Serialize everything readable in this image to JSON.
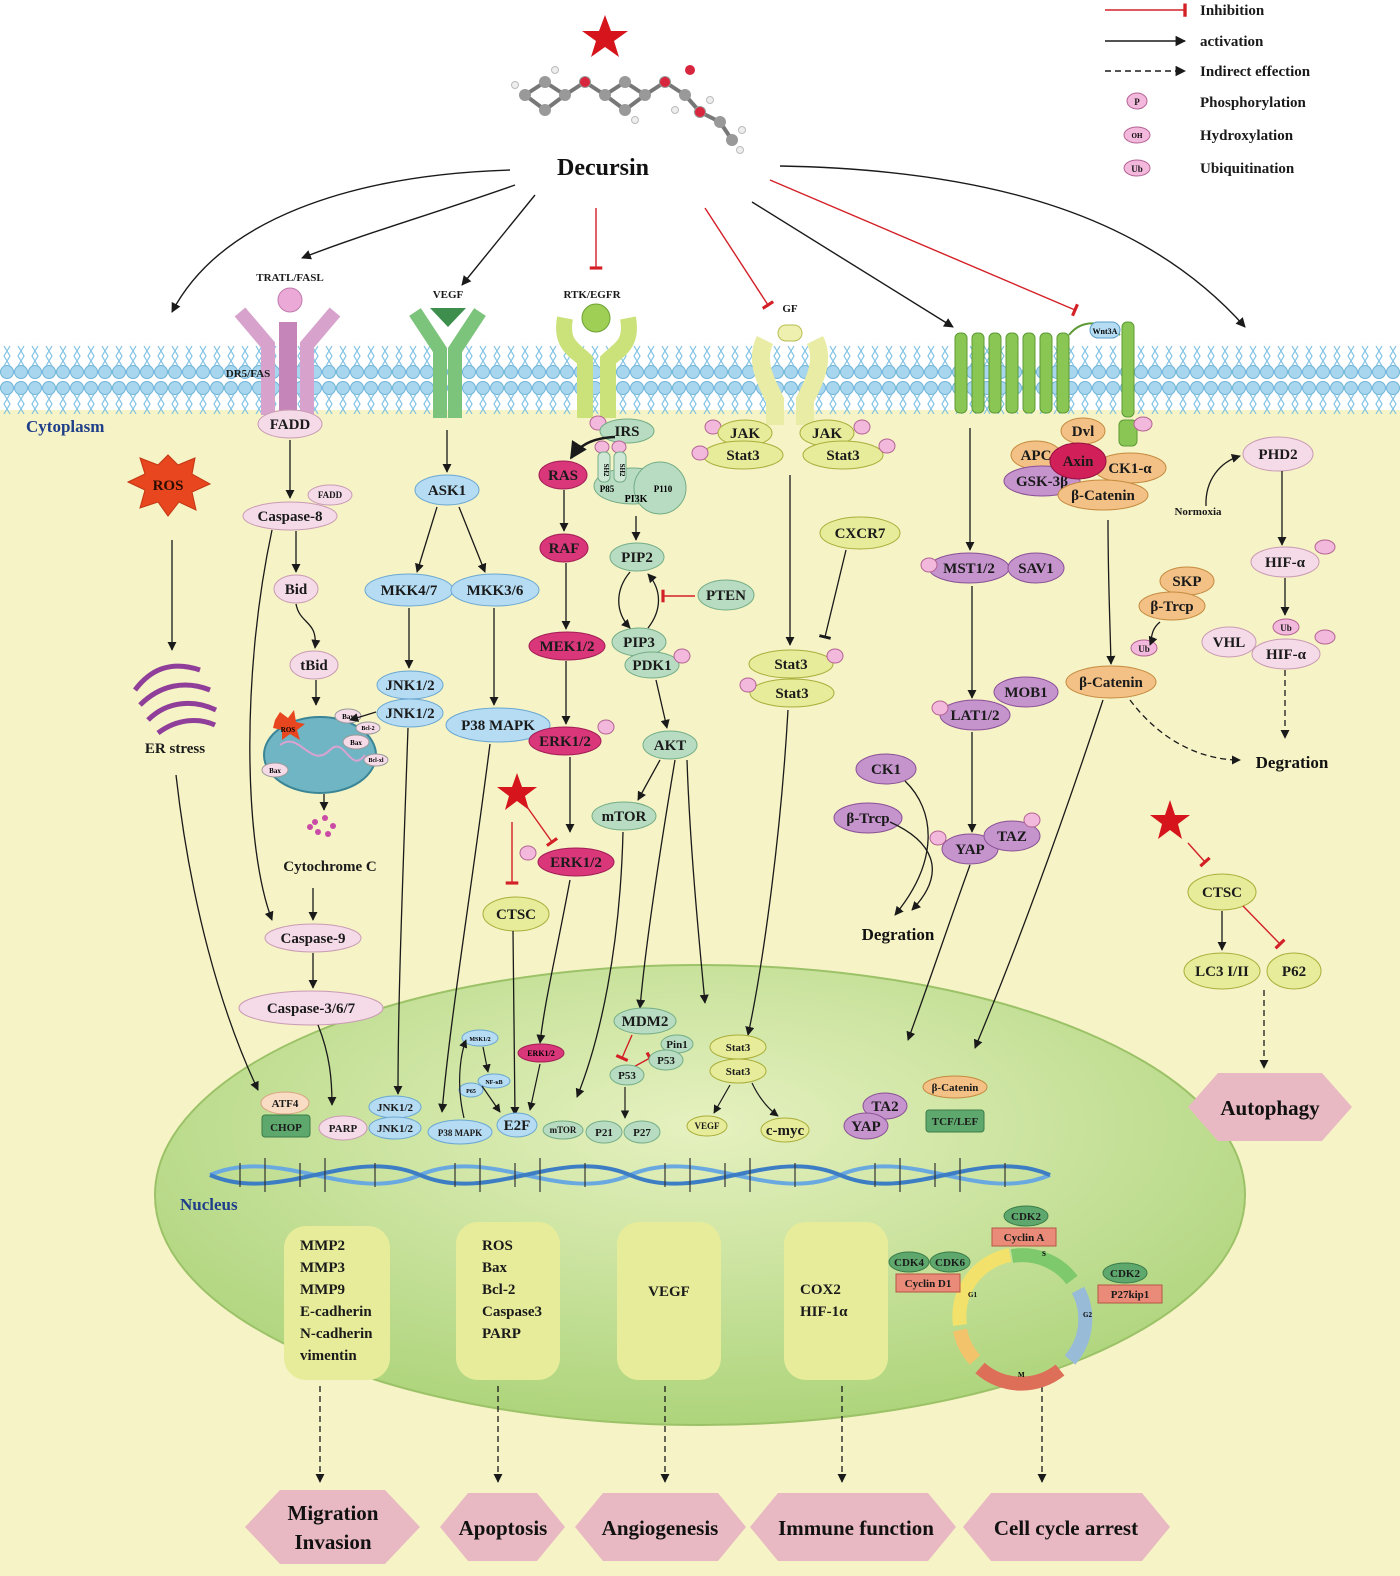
{
  "drug": "Decursin",
  "legend": {
    "inhibition": "Inhibition",
    "activation": "activation",
    "indirect": "Indirect effection",
    "phosphorylation": "Phosphorylation",
    "hydroxylation": "Hydroxylation",
    "ubiquitination": "Ubiquitination",
    "p": "P",
    "oh": "OH",
    "ub": "Ub"
  },
  "compartments": {
    "cytoplasm": "Cytoplasm",
    "nucleus": "Nucleus"
  },
  "receptors": {
    "fasl": "TRATL/FASL",
    "dr5": "DR5/FAS",
    "vegf": "VEGF",
    "rtk": "RTK/EGFR",
    "gf": "GF",
    "wnt": "Wnt3A"
  },
  "left": {
    "fadd": "FADD",
    "fadd2": "FADD",
    "ros": "ROS",
    "caspase8": "Caspase-8",
    "bid": "Bid",
    "tbid": "tBid",
    "er_stress": "ER stress",
    "cytc": "Cytochrome C",
    "caspase9": "Caspase-9",
    "caspase367": "Caspase-3/6/7",
    "mito_ros": "ROS",
    "bax1": "Bax",
    "bax2": "Bax",
    "bax3": "Bax",
    "bcl2": "Bcl-2",
    "bclxl": "Bcl-xl"
  },
  "mapk": {
    "ask1": "ASK1",
    "mkk47": "MKK4/7",
    "mkk36": "MKK3/6",
    "jnk_a": "JNK1/2",
    "jnk_b": "JNK1/2",
    "p38": "P38 MAPK"
  },
  "rtk_path": {
    "irs": "IRS",
    "sh2a": "SH2",
    "sh2b": "SH2",
    "p85": "P85",
    "p110": "P110",
    "pi3k": "PI3K",
    "ras": "RAS",
    "raf": "RAF",
    "mek": "MEK1/2",
    "erk": "ERK1/2",
    "erk2": "ERK1/2",
    "pip2": "PIP2",
    "pten": "PTEN",
    "pip3": "PIP3",
    "pdk1": "PDK1",
    "akt": "AKT",
    "mtor": "mTOR",
    "ctsc": "CTSC",
    "mdm2": "MDM2"
  },
  "jak": {
    "jak1": "JAK",
    "stat3a": "Stat3",
    "jak2": "JAK",
    "stat3b": "Stat3",
    "cxcr7": "CXCR7",
    "stat3c": "Stat3",
    "stat3d": "Stat3"
  },
  "hippo": {
    "mst": "MST1/2",
    "sav": "SAV1",
    "mob": "MOB1",
    "lat": "LAT1/2",
    "ck1": "CK1",
    "btrcp": "β-Trcp",
    "yap": "YAP",
    "taz": "TAZ",
    "degr": "Degration"
  },
  "wnt_path": {
    "dvl": "Dvl",
    "apc": "APC",
    "axin": "Axin",
    "ck1a": "CK1-α",
    "gsk": "GSK-3β",
    "bcat": "β-Catenin",
    "skp": "SKP",
    "btrcp2": "β-Trcp",
    "ub": "Ub",
    "bcat2": "β-Catenin"
  },
  "hif": {
    "phd2": "PHD2",
    "normoxia": "Normoxia",
    "hif_a": "HIF-α",
    "vhl": "VHL",
    "hif_b": "HIF-α",
    "ub": "Ub",
    "degr": "Degration"
  },
  "autophagy": {
    "ctsc": "CTSC",
    "lc3": "LC3 I/II",
    "p62": "P62"
  },
  "nucleus": {
    "atf4": "ATF4",
    "chop": "CHOP",
    "parp": "PARP",
    "jnk_a": "JNK1/2",
    "jnk_b": "JNK1/2",
    "p38": "P38 MAPK",
    "msk": "MSK1/2",
    "nfkb": "NF-κB",
    "p65": "P65",
    "e2f": "E2F",
    "erk": "ERK1/2",
    "mtor": "mTOR",
    "p53a": "P53",
    "pin1": "Pin1",
    "p53b": "P53",
    "p21": "P21",
    "p27": "P27",
    "stat3a": "Stat3",
    "stat3b": "Stat3",
    "vegf": "VEGF",
    "cmyc": "c-myc",
    "ta2": "TA2",
    "yap": "YAP",
    "bcat": "β-Catenin",
    "tcf": "TCF/LEF"
  },
  "boxes": {
    "migration": [
      "MMP2",
      "MMP3",
      "MMP9",
      "E-cadherin",
      "N-cadherin",
      "vimentin"
    ],
    "apoptosis": [
      "ROS",
      "Bax",
      "Bcl-2",
      "Caspase3",
      "PARP"
    ],
    "angiogenesis": [
      "VEGF"
    ],
    "immune": [
      "COX2",
      "HIF-1α"
    ]
  },
  "cycle": {
    "cdk2a": "CDK2",
    "cyclina": "Cyclin A",
    "cdk4": "CDK4",
    "cdk6": "CDK6",
    "cyclind1": "Cyclin D1",
    "cdk2b": "CDK2",
    "p27kip1": "P27kip1",
    "s": "S",
    "g1": "G1",
    "g2": "G2",
    "m": "M"
  },
  "outcomes": {
    "migration1": "Migration",
    "migration2": "Invasion",
    "apoptosis": "Apoptosis",
    "angiogenesis": "Angiogenesis",
    "immune": "Immune function",
    "cellcycle": "Cell cycle arrest",
    "autophagy": "Autophagy"
  },
  "colors": {
    "cytoplasm": "#f6f3c6",
    "membrane": "#a8d6ee",
    "nucleus": "#c4e08e",
    "blue_node": "#b5dcf3",
    "green_node": "#b8dcc2",
    "magenta_node": "#d9377a",
    "yellow_node": "#e7ec9a",
    "purple_node": "#c594cd",
    "orange_node": "#f3c185",
    "pink_node": "#f5dbe8",
    "outcome": "#e8b9c2",
    "inhibit": "#d32027",
    "star": "#d5141b"
  }
}
